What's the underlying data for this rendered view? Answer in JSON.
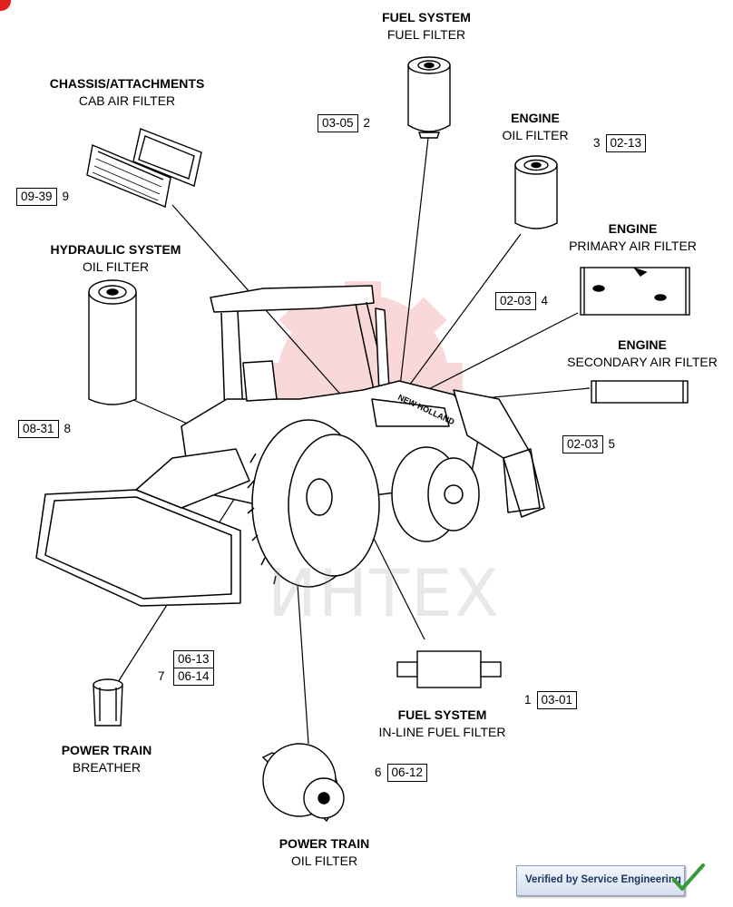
{
  "callouts": {
    "fuel_filter": {
      "system": "FUEL SYSTEM",
      "part": "FUEL  FILTER"
    },
    "cab_air_filter": {
      "system": "CHASSIS/ATTACHMENTS",
      "part": "CAB AIR  FILTER"
    },
    "engine_oil_filter": {
      "system": "ENGINE",
      "part": "OIL FILTER"
    },
    "primary_air_filter": {
      "system": "ENGINE",
      "part": "PRIMARY AIR FILTER"
    },
    "secondary_air_filter": {
      "system": "ENGINE",
      "part": "SECONDARY AIR FILTER"
    },
    "hydraulic_oil_filter": {
      "system": "HYDRAULIC SYSTEM",
      "part": "OIL FILTER"
    },
    "inline_fuel_filter": {
      "system": "FUEL SYSTEM",
      "part": "IN-LINE FUEL FILTER"
    },
    "breather": {
      "system": "POWER TRAIN",
      "part": "BREATHER"
    },
    "power_train_oil_filter": {
      "system": "POWER TRAIN",
      "part": "OIL FILTER"
    }
  },
  "refs": {
    "r1": {
      "num": "1",
      "code": "03-01"
    },
    "r2": {
      "num": "2",
      "code": "03-05"
    },
    "r3": {
      "num": "3",
      "code": "02-13"
    },
    "r4": {
      "num": "4",
      "code": "02-03"
    },
    "r5": {
      "num": "5",
      "code": "02-03"
    },
    "r6": {
      "num": "6",
      "code": "06-12"
    },
    "r7": {
      "num": "7",
      "code_a": "06-13",
      "code_b": "06-14"
    },
    "r8": {
      "num": "8",
      "code": "08-31"
    },
    "r9": {
      "num": "9",
      "code": "09-39"
    }
  },
  "machine": {
    "brand_text": "NEW HOLLAND",
    "watermark": "ИНТЕХ"
  },
  "badge": {
    "text": "Verified by Service Engineering"
  },
  "colors": {
    "line": "#000000",
    "watermark_red": "#e05050",
    "badge_text": "#1f3560",
    "check": "#3a9a3a"
  }
}
